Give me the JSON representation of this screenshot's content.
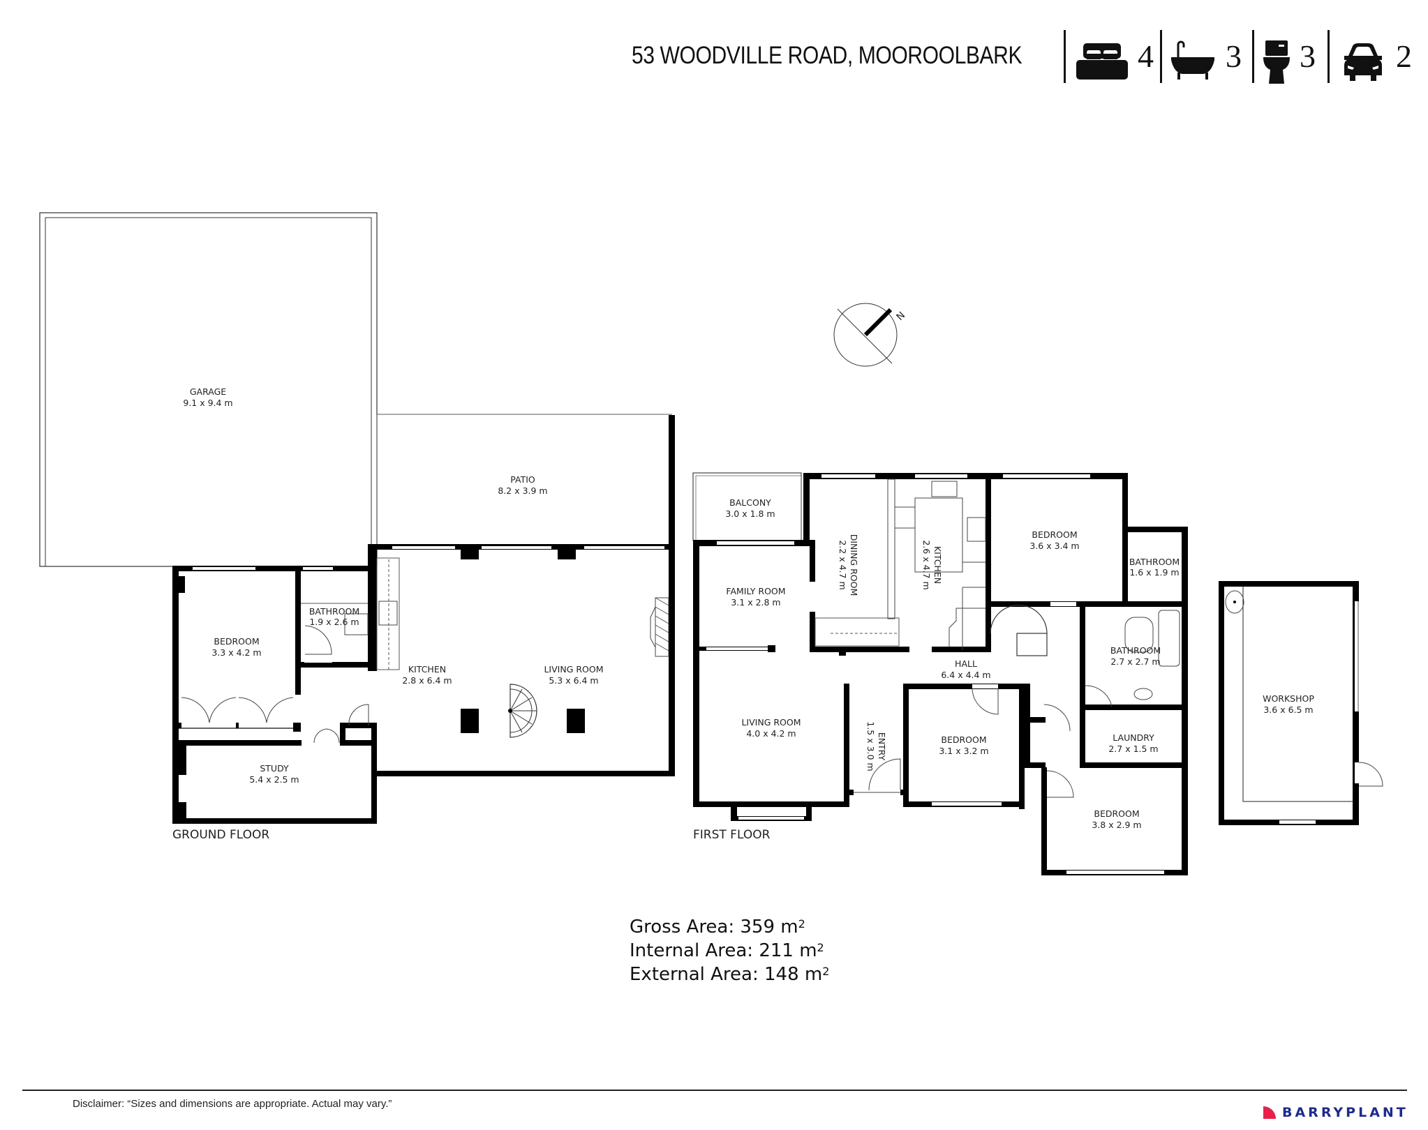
{
  "header": {
    "address": "53 WOODVILLE ROAD, MOOROOLBARK",
    "features": [
      {
        "icon": "bed-icon",
        "count": "4"
      },
      {
        "icon": "bath-icon",
        "count": "3"
      },
      {
        "icon": "toilet-icon",
        "count": "3"
      },
      {
        "icon": "car-icon",
        "count": "2"
      }
    ]
  },
  "compass": {
    "label": "N"
  },
  "ground_floor": {
    "label": "GROUND FLOOR",
    "rooms": [
      {
        "name": "GARAGE",
        "dims": "9.1 x 9.4 m"
      },
      {
        "name": "PATIO",
        "dims": "8.2 x 3.9 m"
      },
      {
        "name": "BEDROOM",
        "dims": "3.3 x 4.2 m"
      },
      {
        "name": "BATHROOM",
        "dims": "1.9 x 2.6 m"
      },
      {
        "name": "KITCHEN",
        "dims": "2.8 x 6.4 m"
      },
      {
        "name": "LIVING ROOM",
        "dims": "5.3 x 6.4 m"
      },
      {
        "name": "STUDY",
        "dims": "5.4 x 2.5 m"
      }
    ]
  },
  "first_floor": {
    "label": "FIRST FLOOR",
    "rooms": [
      {
        "name": "BALCONY",
        "dims": "3.0 x 1.8 m"
      },
      {
        "name": "DINING ROOM",
        "dims": "2.2 x 4.7 m"
      },
      {
        "name": "KITCHEN",
        "dims": "2.6 x 4.7 m"
      },
      {
        "name": "BEDROOM",
        "dims": "3.6 x 3.4 m"
      },
      {
        "name": "BATHROOM",
        "dims": "1.6 x 1.9 m"
      },
      {
        "name": "FAMILY ROOM",
        "dims": "3.1 x 2.8 m"
      },
      {
        "name": "HALL",
        "dims": "6.4 x 4.4 m"
      },
      {
        "name": "BATHROOM",
        "dims": "2.7 x 2.7 m"
      },
      {
        "name": "LIVING ROOM",
        "dims": "4.0 x 4.2 m"
      },
      {
        "name": "ENTRY",
        "dims": "1.5 x 3.0 m"
      },
      {
        "name": "BEDROOM",
        "dims": "3.1 x 3.2 m"
      },
      {
        "name": "LAUNDRY",
        "dims": "2.7 x 1.5 m"
      },
      {
        "name": "BEDROOM",
        "dims": "3.8 x 2.9 m"
      }
    ]
  },
  "outbuilding": {
    "rooms": [
      {
        "name": "WORKSHOP",
        "dims": "3.6 x 6.5 m"
      }
    ]
  },
  "areas": {
    "gross_label": "Gross Area:",
    "gross_value": "359 m",
    "gross_unit_sup": "2",
    "internal_label": "Internal Area:",
    "internal_value": "211 m",
    "internal_unit_sup": "2",
    "external_label": "External Area:",
    "external_value": "148 m",
    "external_unit_sup": "2"
  },
  "footer": {
    "disclaimer": "Disclaimer: “Sizes and dimensions are appropriate. Actual may vary.”",
    "brand": "BARRYPLANT",
    "brand_colors": {
      "mark": "#e8204a",
      "text": "#1e2b8c"
    }
  }
}
